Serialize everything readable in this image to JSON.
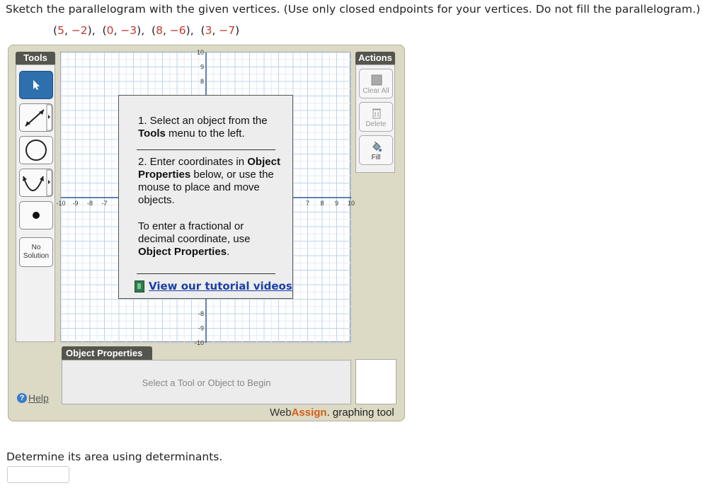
{
  "question": {
    "instruction": "Sketch the parallelogram with the given vertices. (Use only closed endpoints for your vertices. Do not fill the parallelogram.)",
    "vertices": [
      {
        "x": "5",
        "y": "−2"
      },
      {
        "x": "0",
        "y": "−3"
      },
      {
        "x": "8",
        "y": "−6"
      },
      {
        "x": "3",
        "y": "−7"
      }
    ],
    "vertex_color": "#c0392b"
  },
  "tools_panel": {
    "title": "Tools",
    "buttons": [
      {
        "name": "pointer",
        "icon": "arrow-pointer-icon"
      },
      {
        "name": "line",
        "icon": "line-segment-icon"
      },
      {
        "name": "circle",
        "icon": "circle-icon"
      },
      {
        "name": "parabola",
        "icon": "parabola-icon"
      },
      {
        "name": "point",
        "icon": "point-icon"
      }
    ],
    "no_solution_line1": "No",
    "no_solution_line2": "Solution"
  },
  "graph": {
    "x_range": [
      -10,
      10
    ],
    "y_range": [
      -10,
      10
    ],
    "x_tick_labels_visible": [
      "-10",
      "-9",
      "-8",
      "-7",
      "7",
      "8",
      "9",
      "10"
    ],
    "y_tick_labels_visible": [
      "10",
      "9",
      "8",
      "-8",
      "-9",
      "-10"
    ],
    "grid": true
  },
  "popup": {
    "step1_prefix": "1. Select an object from the ",
    "step1_bold": "Tools",
    "step1_suffix": " menu to the left.",
    "step2_prefix": "2. Enter coordinates in ",
    "step2_bold": "Object Properties",
    "step2_suffix": " below, or use the mouse to place and move objects.",
    "fraction_prefix": "To enter a fractional or decimal coordinate, use ",
    "fraction_bold": "Object Properties",
    "fraction_suffix": ".",
    "tutorial_link": "View our tutorial videos"
  },
  "actions_panel": {
    "title": "Actions",
    "buttons": [
      {
        "label": "Clear All",
        "icon": "clear-all-icon"
      },
      {
        "label": "Delete",
        "icon": "trash-icon"
      },
      {
        "label": "Fill",
        "icon": "paint-bucket-icon"
      }
    ]
  },
  "object_properties": {
    "title": "Object Properties",
    "placeholder": "Select a Tool or Object to Begin"
  },
  "help_label": "Help",
  "brand": {
    "web": "Web",
    "assign": "Assign",
    "suffix": ". graphing tool",
    "assign_color": "#d4601b"
  },
  "followup_question": "Determine its area using determinants.",
  "answer_value": ""
}
